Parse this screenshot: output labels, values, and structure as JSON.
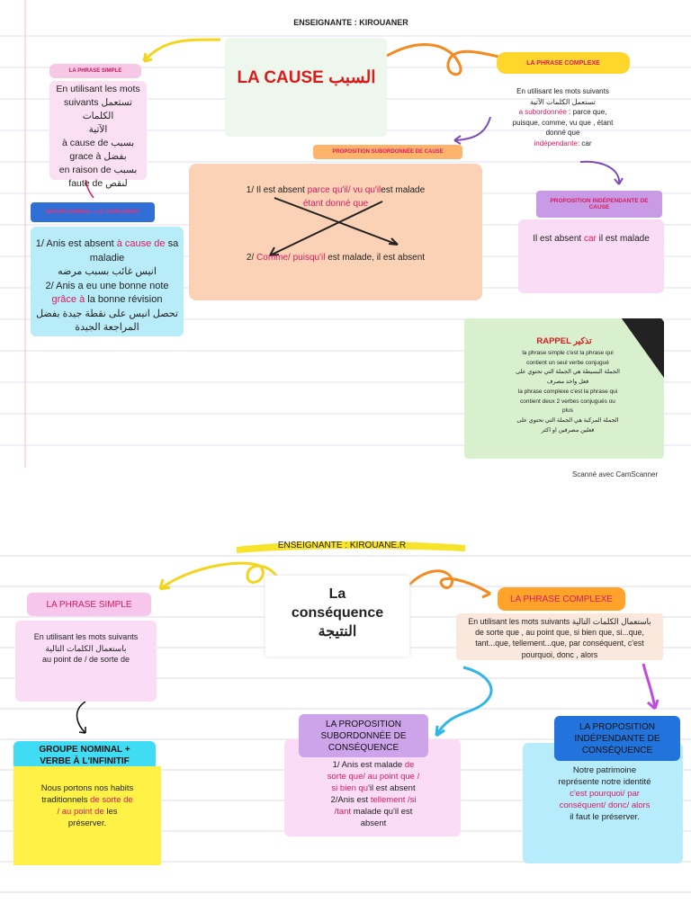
{
  "top": {
    "teacher": "ENSEIGNANTE : KIROUANER",
    "title_fr": "LA CAUSE",
    "title_ar": "السبب",
    "simple": {
      "tag": "LA PHRASE SIMPLE",
      "lines": [
        "En utilisant les mots",
        "suivants تستعمل الكلمات",
        "الآتية",
        "à cause de  بسبب",
        "grace à بفضل",
        "en raison de بسبب",
        "faute de لنقص"
      ]
    },
    "nominal_tag": "GROUPE NOMINAL + LE COMPLÉMENT",
    "nominal": {
      "l1a": "1/ Anis est absent ",
      "l1b": "à cause de",
      "l1c": " sa maladie",
      "l2": "انيس غائب بسبب مرضه",
      "l3a": "2/ Anis a eu une bonne note ",
      "l3b": "grâce à",
      "l3c": " la bonne révision",
      "l4": "تحصل انيس على نقطة جيدة بفضل المراجعة الجيدة"
    },
    "complexe": {
      "tag": "LA PHRASE COMPLEXE",
      "l1": "En utilisant les mots suivants",
      "l2": "تستعمل الكلمات الآتية",
      "l3a": "a subordonnée",
      "l3b": " : parce que,",
      "l4": "puisque, comme, vu que , étant",
      "l5": "donné que",
      "l6a": "indépendante",
      "l6b": ": car"
    },
    "sub_tag": "PROPOSITION SUBORDONNÉE DE CAUSE",
    "sub": {
      "l1a": "1/ Il est absent ",
      "l1b": "parce qu'il/ vu qu'il",
      "l1c": "est malade",
      "l2": "étant donné que",
      "l3a": "2/ ",
      "l3b": "Comme/ puisqu'il",
      "l3c": "  est malade, il est absent"
    },
    "indep_tag": "PROPOSITION INDÉPENDANTE DE CAUSE",
    "indep": {
      "a": "Il est absent ",
      "b": "car",
      "c": " il est malade"
    },
    "rappel": {
      "title": "RAPPEL تذكير",
      "lines": [
        "la phrase simple c'est la phrase qui",
        "contient un seul verbe conjugué",
        "الجملة البسيطة هي الجملة التي تحتوي على",
        "فعل واحد مصرف",
        "la phrase complexe c'est la phrase qui",
        "contient deux 2 verbes conjugués ou",
        "plus",
        "الجملة المركبة هي الجملة التي تحتوي على",
        "فعلين مصرفين او اكثر"
      ]
    },
    "scanned": "Scanné avec CamScanner"
  },
  "bottom": {
    "teacher": "ENSEIGNANTE : KIROUANE.R",
    "title_l1": "La",
    "title_l2": "conséquence",
    "title_ar": "النتيجة",
    "simple": {
      "tag": "LA PHRASE SIMPLE",
      "l1": "En utilisant les mots suivants",
      "l2": "باستعمال الكلمات التالية",
      "l3": "au point de / de sorte de"
    },
    "complexe": {
      "tag": "LA PHRASE COMPLEXE",
      "l1": "En utilisant les mots suivants باستعمال الكلمات التالية",
      "l2": "de sorte que , au point que, si bien que, si...que,",
      "l3": "tant...que, tellement...que, par conséquent, c'est",
      "l4": "pourquoi, donc , alors"
    },
    "gn": {
      "tag_l1": "GROUPE NOMINAL +",
      "tag_l2": "VERBE À L'INFINITIF",
      "l1": "Nous portons nos habits",
      "l2a": "traditionnels ",
      "l2b": "de sorte de",
      "l3a": "/ au point de",
      "l3b": " les",
      "l4": "préserver."
    },
    "sub": {
      "tag_l1": "LA PROPOSITION",
      "tag_l2": "SUBORDONNÉE DE",
      "tag_l3": "CONSÉQUENCE",
      "l1a": "1/ Anis est malade ",
      "l1b": "de",
      "l2a": "sorte que/ au point que /",
      "l3a": "si bien qu",
      "l3b": "'il est absent",
      "l4a": "2/Anis est ",
      "l4b": "tellement /si",
      "l5a": "/tant",
      "l5b": " malade qu",
      "l5c": "'il est",
      "l6": "absent"
    },
    "indep": {
      "tag_l1": "LA PROPOSITION",
      "tag_l2": "INDÉPENDANTE DE",
      "tag_l3": "CONSÉQUENCE",
      "l1": "Notre patrimoine",
      "l2": "représente notre identité",
      "l3": "c'est pourquoi/ par",
      "l4": "conséquent/ donc/ alors",
      "l5": "il faut le préserver."
    }
  }
}
